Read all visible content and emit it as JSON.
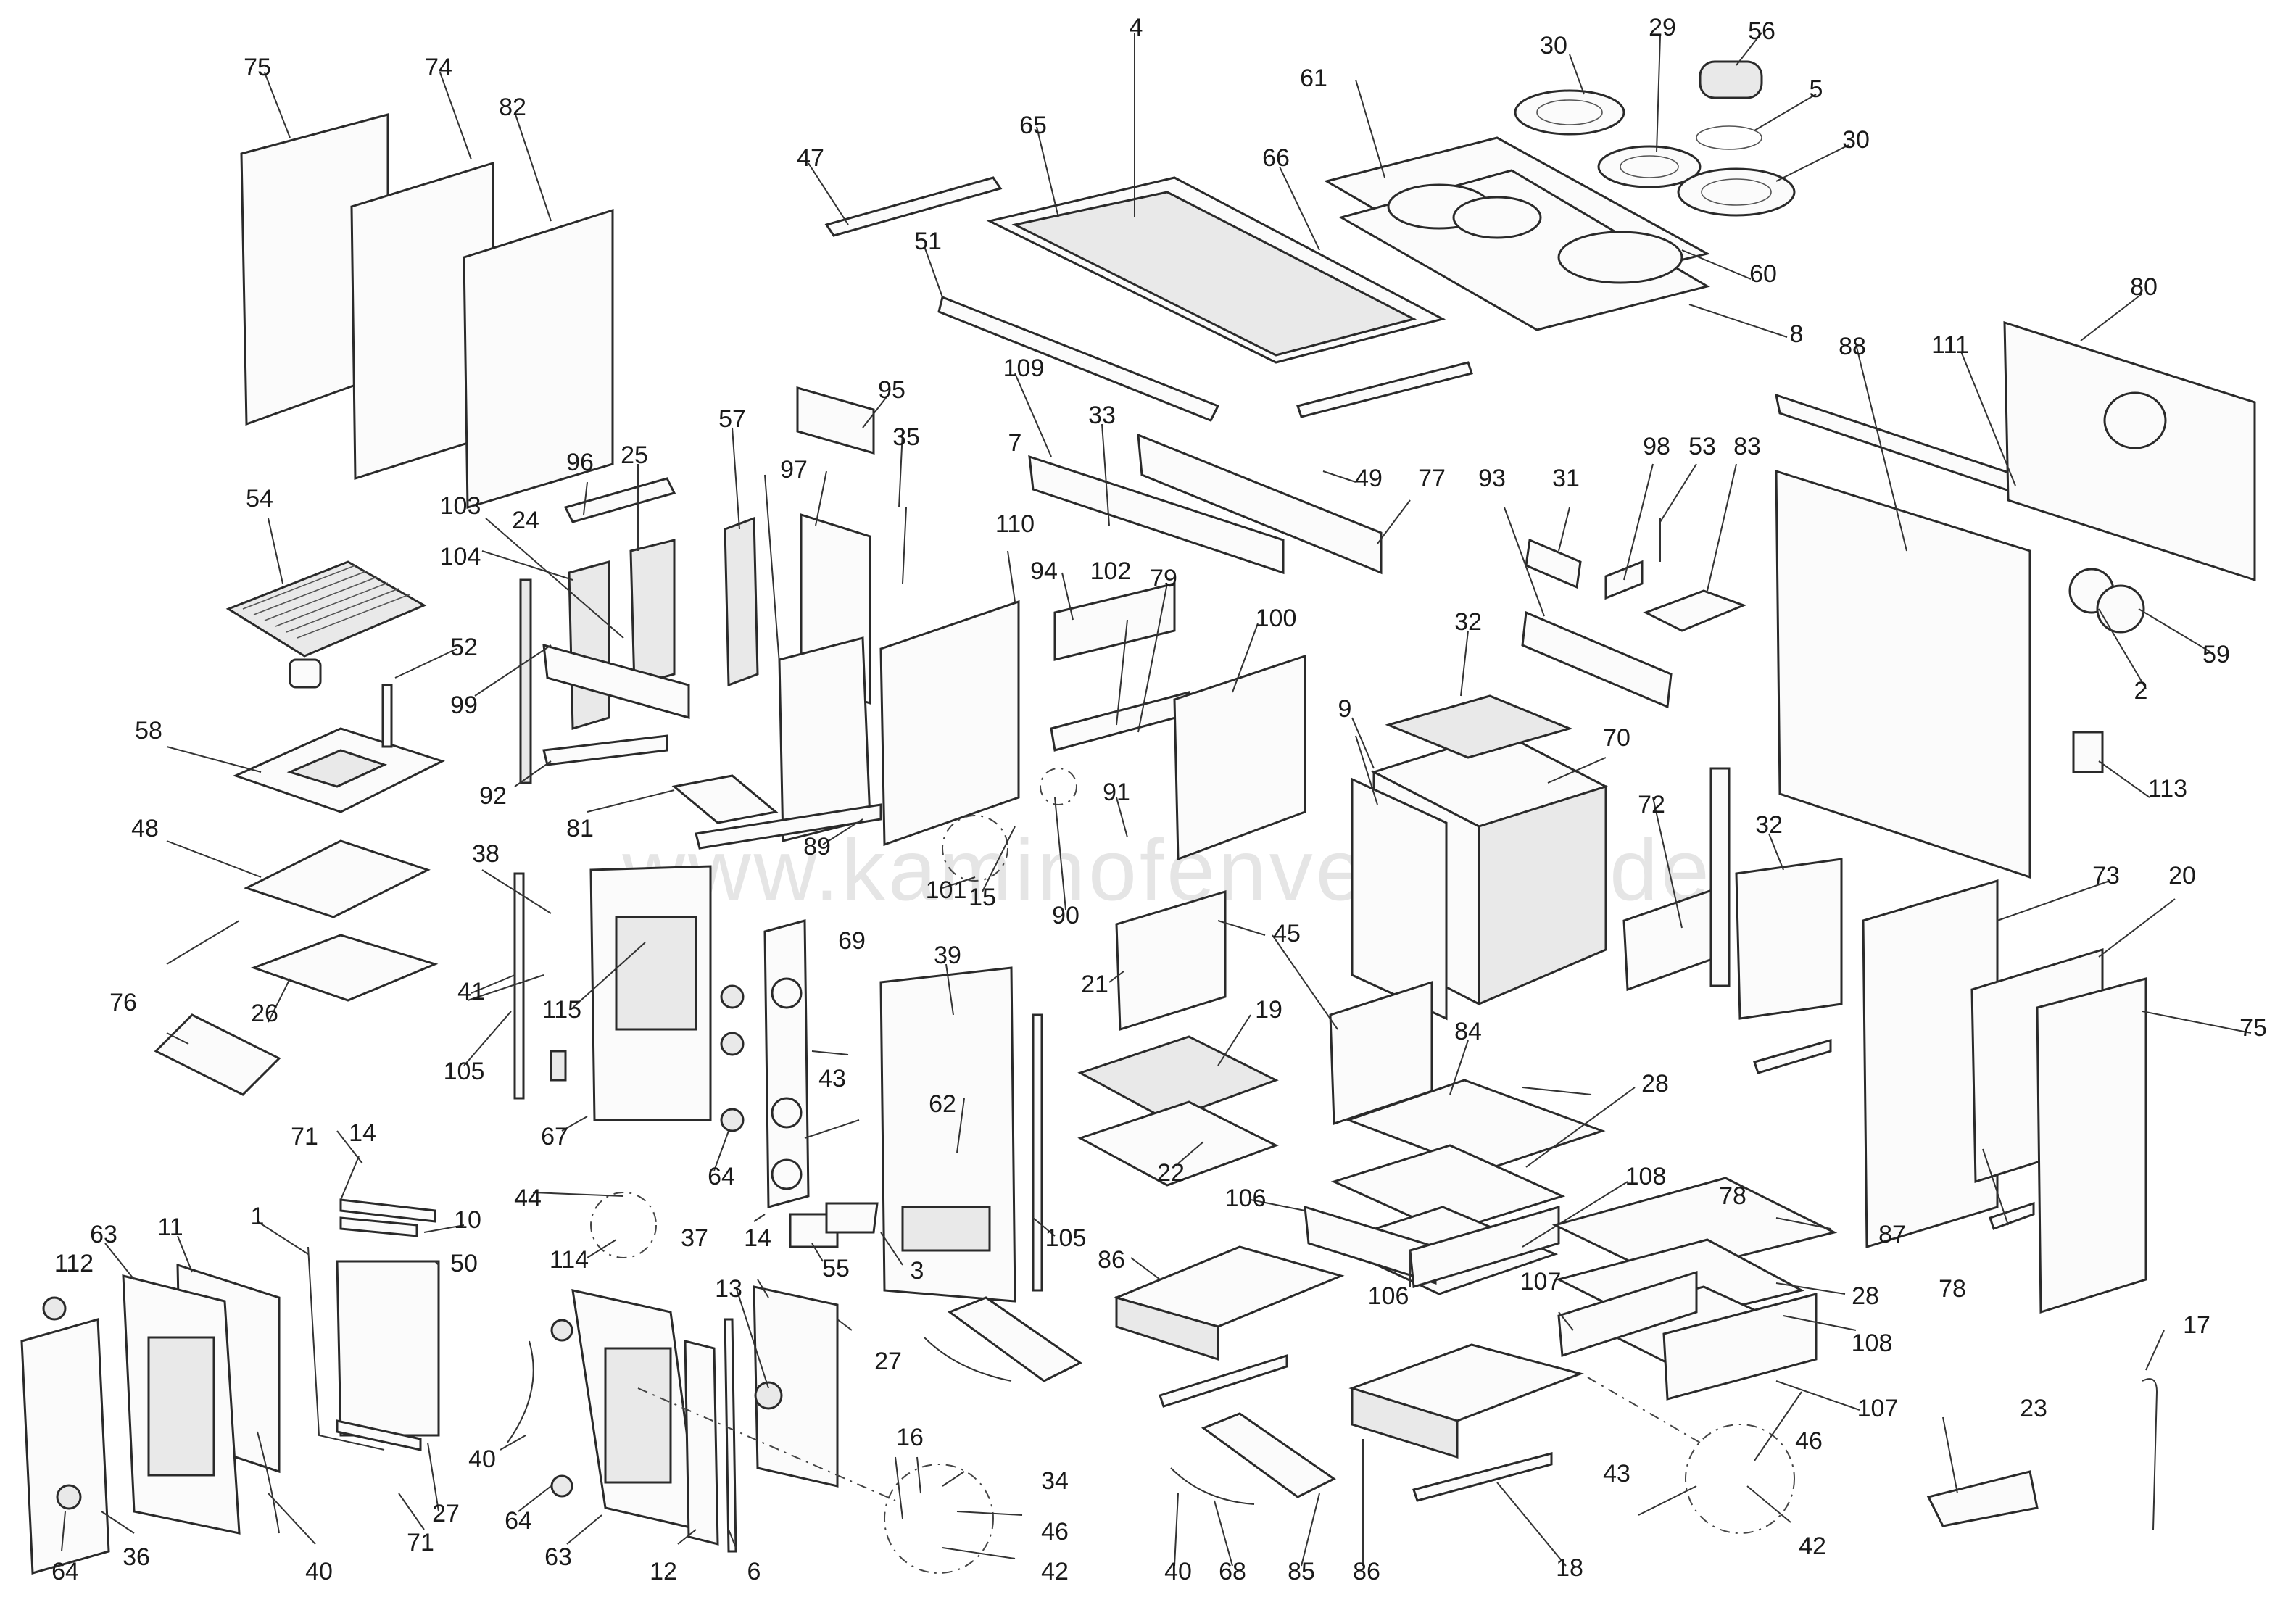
{
  "watermark": "www.kaminofenvertrieb.de",
  "labels": {
    "l1": "1",
    "l2": "2",
    "l3": "3",
    "l4": "4",
    "l5": "5",
    "l6": "6",
    "l7": "7",
    "l8": "8",
    "l9": "9",
    "l10": "10",
    "l11": "11",
    "l12": "12",
    "l13": "13",
    "l14a": "14",
    "l14b": "14",
    "l15": "15",
    "l16": "16",
    "l17": "17",
    "l18": "18",
    "l19": "19",
    "l20": "20",
    "l21": "21",
    "l22": "22",
    "l23": "23",
    "l24": "24",
    "l25": "25",
    "l26": "26",
    "l27a": "27",
    "l27b": "27",
    "l28a": "28",
    "l28b": "28",
    "l29": "29",
    "l30a": "30",
    "l30b": "30",
    "l31": "31",
    "l32a": "32",
    "l32b": "32",
    "l33": "33",
    "l34": "34",
    "l35": "35",
    "l36": "36",
    "l37": "37",
    "l38": "38",
    "l39": "39",
    "l40a": "40",
    "l40b": "40",
    "l40c": "40",
    "l41": "41",
    "l42a": "42",
    "l42b": "42",
    "l43a": "43",
    "l43b": "43",
    "l44": "44",
    "l45": "45",
    "l46a": "46",
    "l46b": "46",
    "l47": "47",
    "l48": "48",
    "l49": "49",
    "l50": "50",
    "l51": "51",
    "l52": "52",
    "l53": "53",
    "l54": "54",
    "l55": "55",
    "l56": "56",
    "l57": "57",
    "l58": "58",
    "l59": "59",
    "l60": "60",
    "l61": "61",
    "l62": "62",
    "l63a": "63",
    "l63b": "63",
    "l64a": "64",
    "l64b": "64",
    "l64c": "64",
    "l65": "65",
    "l66": "66",
    "l67": "67",
    "l68": "68",
    "l69": "69",
    "l70": "70",
    "l71a": "71",
    "l71b": "71",
    "l72": "72",
    "l73": "73",
    "l74": "74",
    "l75a": "75",
    "l75b": "75",
    "l76": "76",
    "l77": "77",
    "l78a": "78",
    "l78b": "78",
    "l79": "79",
    "l80": "80",
    "l81": "81",
    "l82": "82",
    "l83": "83",
    "l84": "84",
    "l85": "85",
    "l86a": "86",
    "l86b": "86",
    "l87": "87",
    "l88": "88",
    "l89": "89",
    "l90": "90",
    "l91": "91",
    "l92": "92",
    "l93": "93",
    "l94": "94",
    "l95": "95",
    "l96": "96",
    "l97": "97",
    "l98": "98",
    "l99": "99",
    "l100": "100",
    "l101": "101",
    "l102": "102",
    "l103": "103",
    "l104": "104",
    "l105a": "105",
    "l105b": "105",
    "l106a": "106",
    "l106b": "106",
    "l107a": "107",
    "l107b": "107",
    "l108a": "108",
    "l108b": "108",
    "l109": "109",
    "l110": "110",
    "l111": "111",
    "l112": "112",
    "l113": "113",
    "l114": "114",
    "l115": "115"
  }
}
